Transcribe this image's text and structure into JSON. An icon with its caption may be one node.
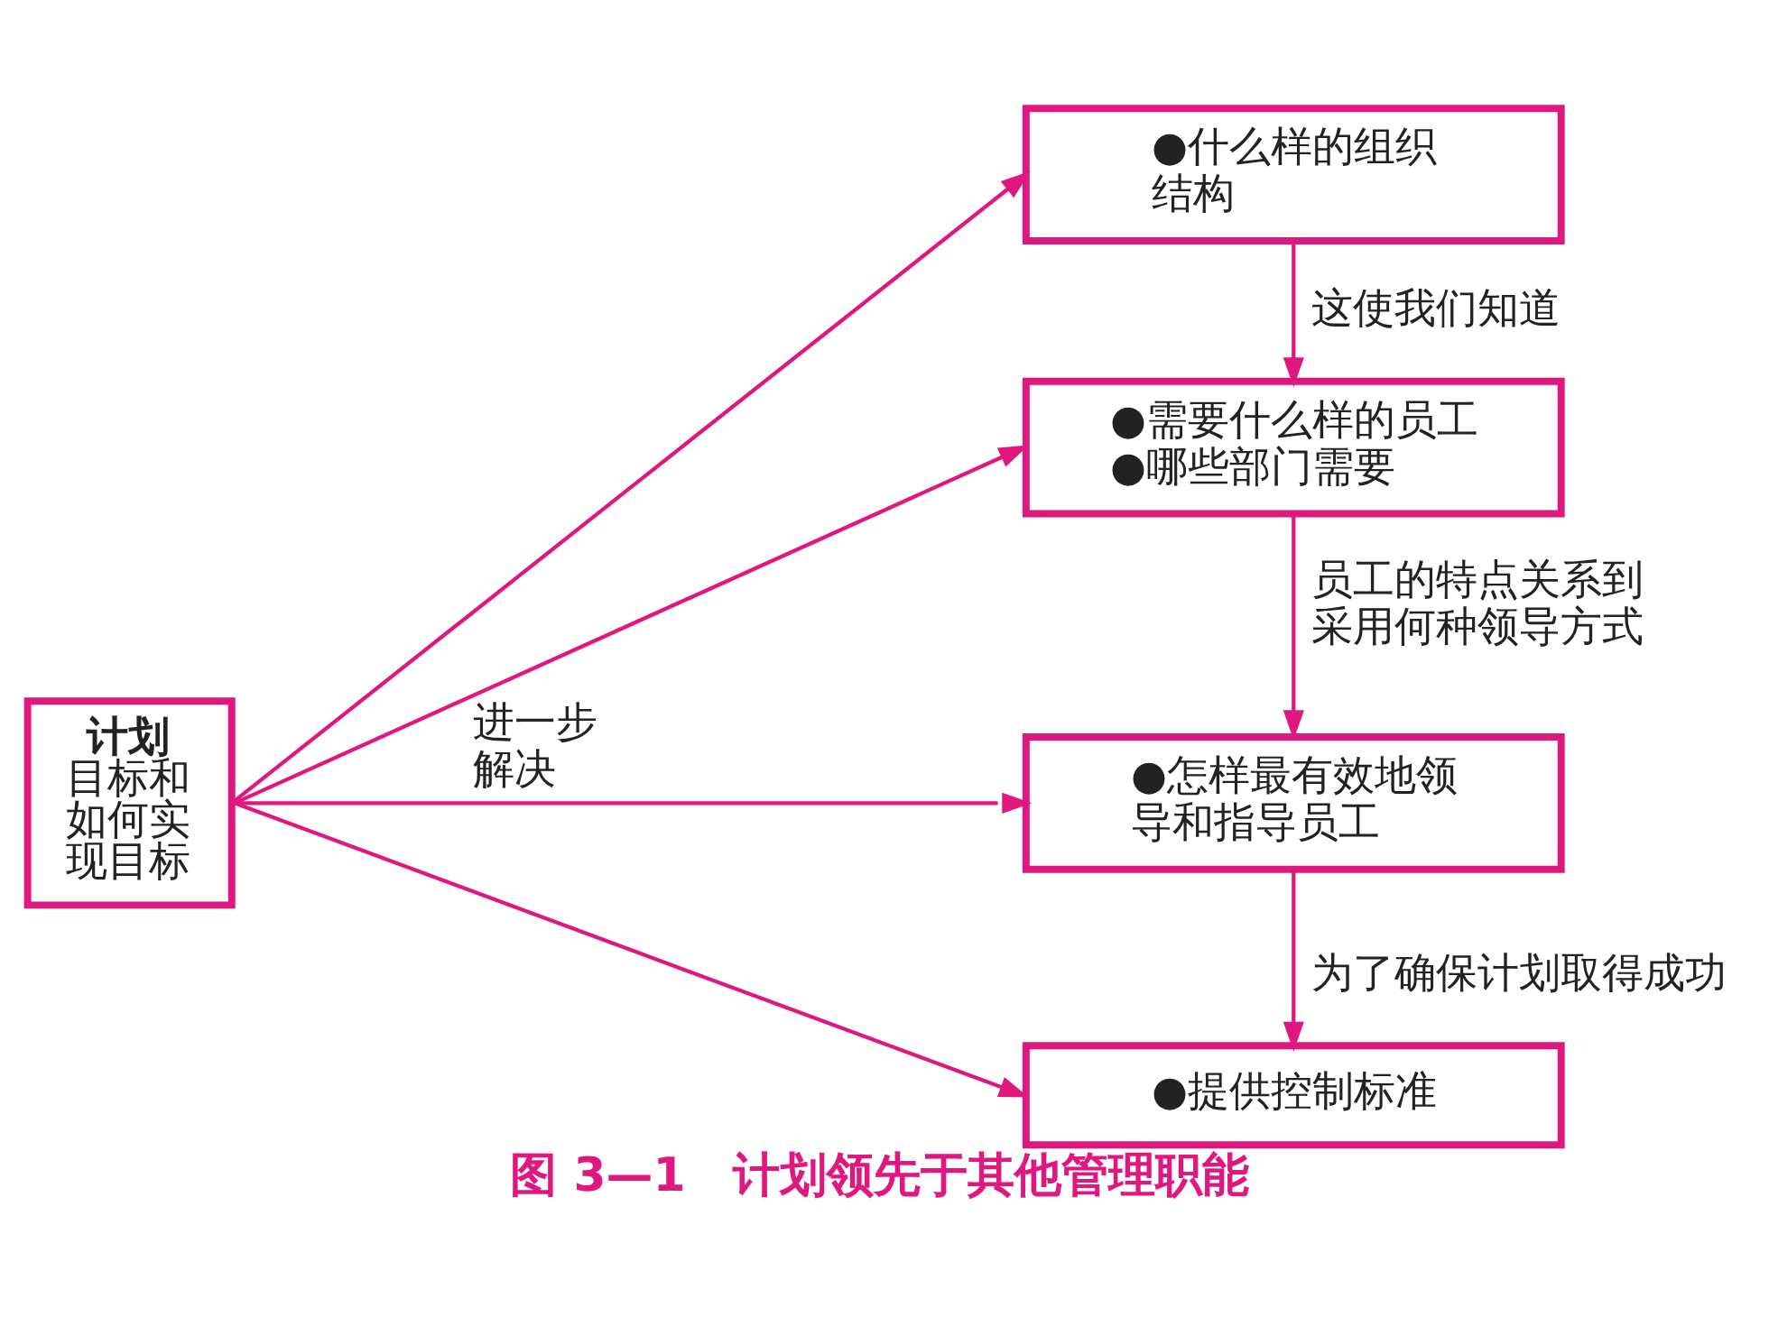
{
  "diagram": {
    "caption": "图 3—1　计划领先于其他管理职能",
    "nodes": [
      {
        "text": [
          "计划",
          "目标和如何实现目标"
        ]
      },
      {
        "text": [
          "●什么样的组织结构"
        ]
      },
      {
        "text": [
          "●需要什么样的员工",
          "●哪些部门需要"
        ]
      },
      {
        "text": [
          "●怎样最有效地领导和指导员工"
        ]
      },
      {
        "text": [
          "●提供控制标准"
        ]
      }
    ],
    "edges": [
      {
        "from": 0,
        "to": 1,
        "arrow": "to"
      },
      {
        "from": 0,
        "to": 2,
        "arrow": "to"
      },
      {
        "from": 0,
        "to": 3,
        "arrow": "to",
        "label": "进一步解决"
      },
      {
        "from": 0,
        "to": 4,
        "arrow": "to"
      },
      {
        "from": 1,
        "to": 2,
        "arrow": "to",
        "label": "这使我们知道"
      },
      {
        "from": 2,
        "to": 3,
        "arrow": "to",
        "label": "员工的特点关系到采用何种领导方式"
      },
      {
        "from": 3,
        "to": 4,
        "arrow": "to",
        "label": "为了确保计划取得成功"
      }
    ]
  }
}
